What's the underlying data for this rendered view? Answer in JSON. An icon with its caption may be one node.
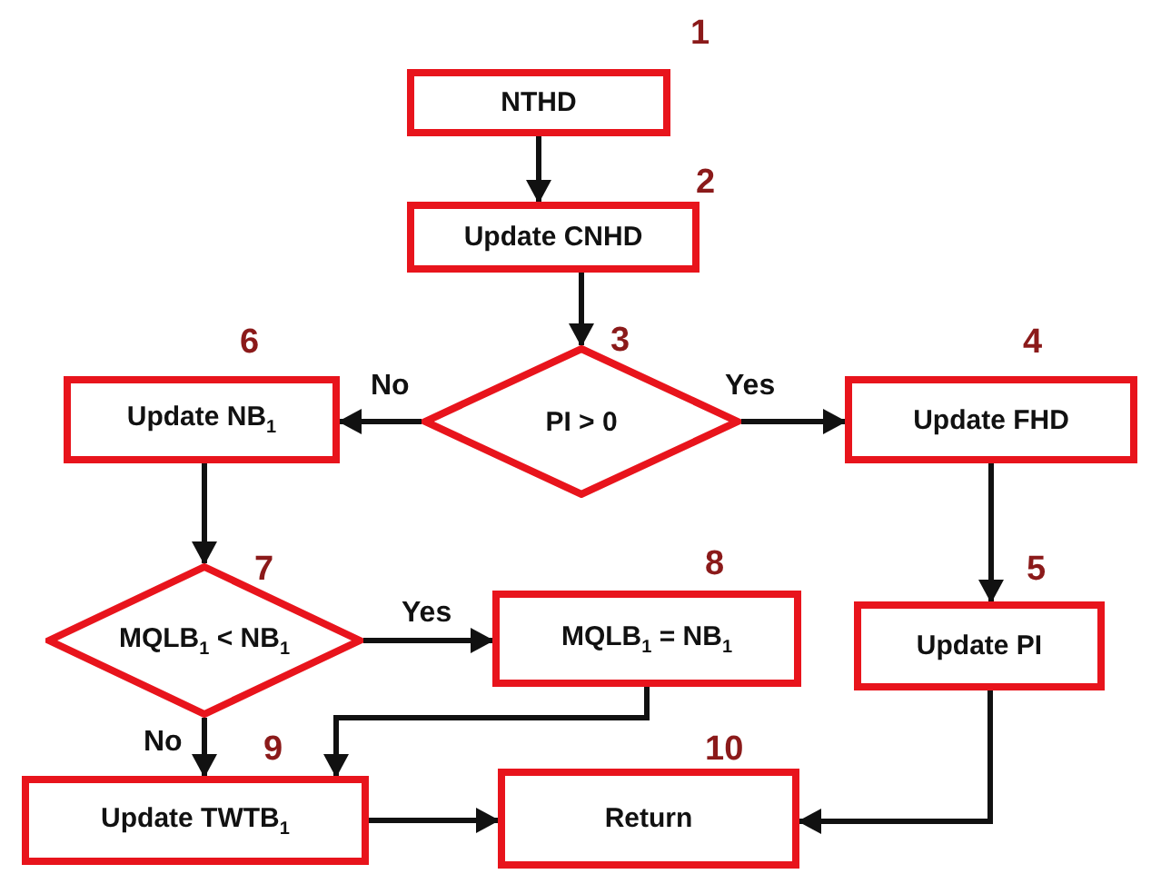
{
  "diagram": {
    "nodes": [
      {
        "text": [
          "NTHD"
        ],
        "beside": [
          "1"
        ]
      },
      {
        "text": [
          "Update CNHD"
        ],
        "beside": [
          "2"
        ]
      },
      {
        "text": [
          "PI > 0"
        ],
        "beside": [
          "3"
        ]
      },
      {
        "text": [
          "Update FHD"
        ],
        "beside": [
          "4"
        ]
      },
      {
        "text": [
          "Update PI"
        ],
        "beside": [
          "5"
        ]
      },
      {
        "text": [
          "Update NB$_{1}$"
        ],
        "beside": [
          "6"
        ]
      },
      {
        "text": [
          "MQLB$_{1}$ < NB$_{1}$"
        ],
        "beside": [
          "7"
        ]
      },
      {
        "text": [
          "MQLB$_{1}$ = NB$_{1}$"
        ],
        "beside": [
          "8"
        ]
      },
      {
        "text": [
          "Update TWTB$_{1}$"
        ],
        "beside": [
          "9"
        ]
      },
      {
        "text": [
          "Return"
        ],
        "beside": [
          "10"
        ]
      }
    ],
    "edges": [
      {
        "from": 0,
        "to": 1,
        "arrow": "to"
      },
      {
        "from": 1,
        "to": 2,
        "arrow": "to"
      },
      {
        "from": 2,
        "to": 5,
        "arrow": "to",
        "label": "No"
      },
      {
        "from": 2,
        "to": 3,
        "arrow": "to",
        "label": "Yes"
      },
      {
        "from": 3,
        "to": 4,
        "arrow": "to"
      },
      {
        "from": 5,
        "to": 6,
        "arrow": "to"
      },
      {
        "from": 6,
        "to": 7,
        "arrow": "to",
        "label": "Yes"
      },
      {
        "from": 6,
        "to": 8,
        "arrow": "to",
        "label": "No"
      },
      {
        "from": 7,
        "to": 8,
        "arrow": "to"
      },
      {
        "from": 8,
        "to": 9,
        "arrow": "to"
      },
      {
        "from": 4,
        "to": 9,
        "arrow": "to"
      }
    ]
  }
}
